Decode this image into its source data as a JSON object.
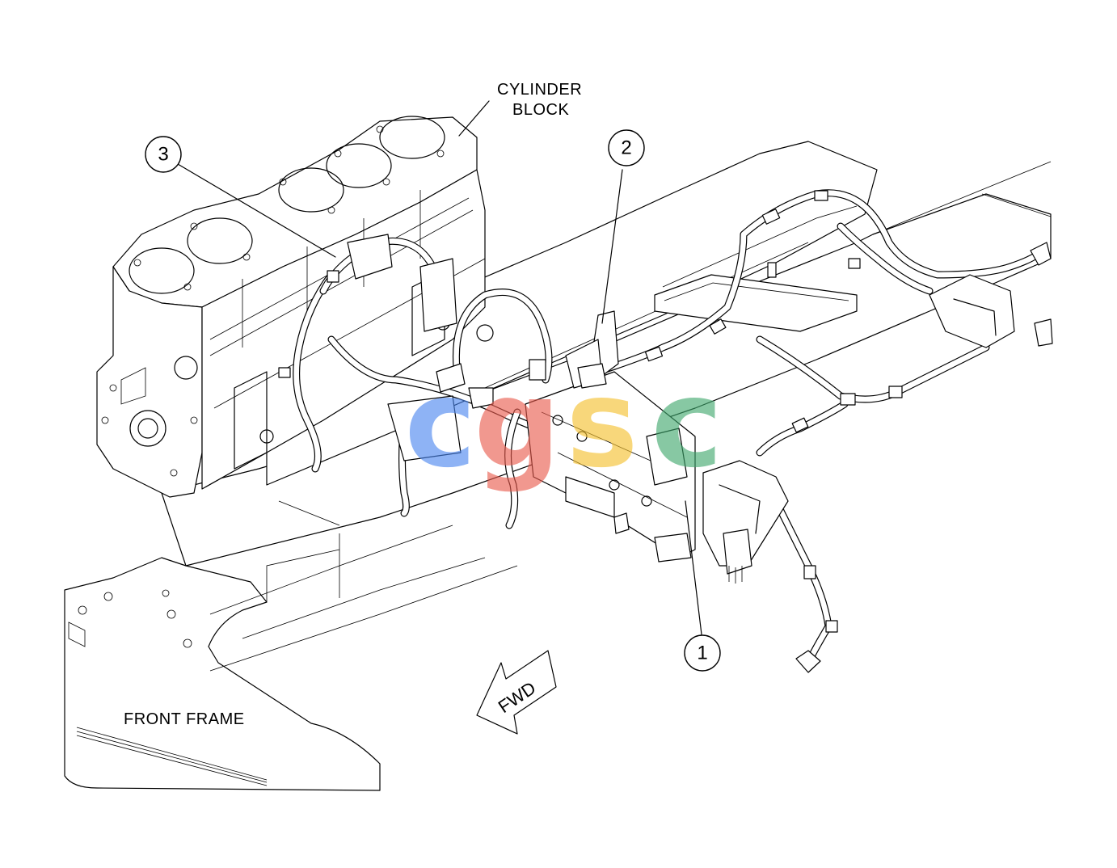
{
  "labels": {
    "cylinder_block_line1": "CYLINDER",
    "cylinder_block_line2": "BLOCK",
    "front_frame": "FRONT FRAME",
    "fwd": "FWD"
  },
  "callouts": [
    {
      "id": "1",
      "text": "1"
    },
    {
      "id": "2",
      "text": "2"
    },
    {
      "id": "3",
      "text": "3"
    }
  ],
  "watermark": {
    "letters": [
      "c",
      "g",
      "s",
      "c"
    ],
    "colors": [
      "#4a86f0",
      "#ea5a4c",
      "#f5c02c",
      "#3ea86c"
    ]
  }
}
